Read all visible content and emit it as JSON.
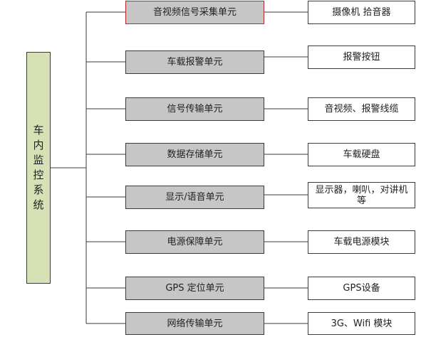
{
  "root": {
    "label": "车内监控系统"
  },
  "units": [
    {
      "label": "音视频信号采集单元",
      "device": "摄像机 拾音器",
      "highlight": true
    },
    {
      "label": "车载报警单元",
      "device": "报警按钮"
    },
    {
      "label": "信号传输单元",
      "device": "音视频、报警线缆"
    },
    {
      "label": "数据存储单元",
      "device": "车载硬盘"
    },
    {
      "label": "显示/语音单元",
      "device": "显示器，喇叭，对讲机等"
    },
    {
      "label": "电源保障单元",
      "device": "车载电源模块"
    },
    {
      "label": "GPS 定位单元",
      "device": "GPS设备"
    },
    {
      "label": "网络传输单元",
      "device": "3G、Wifi 模块"
    }
  ],
  "colors": {
    "root_fill": "#d6e2b5",
    "unit_fill": "#c6c6c6",
    "highlight_border": "#b52a2a",
    "line": "#3a3a3a"
  }
}
